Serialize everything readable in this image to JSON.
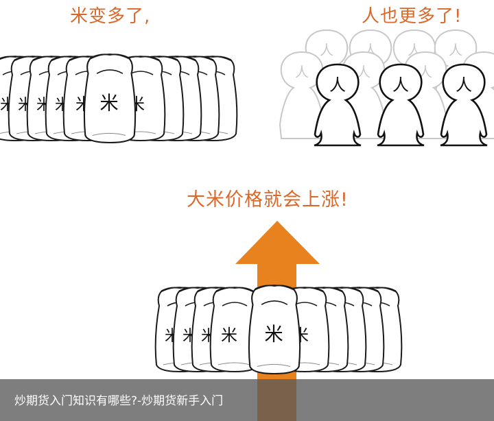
{
  "illustration": {
    "top_left_label": "米变多了,",
    "top_right_label": "人也更多了!",
    "middle_label": "大米价格就会上涨!",
    "rice_bag_glyph": "米",
    "person_glyph": "人",
    "accent_color": "#d9692b",
    "arrow_color": "#e8821e",
    "arrow_icon": "up-arrow-icon"
  },
  "caption": {
    "text": "炒期货入门知识有哪些?-炒期货新手入门",
    "bar_color": "#5a5a5a"
  }
}
